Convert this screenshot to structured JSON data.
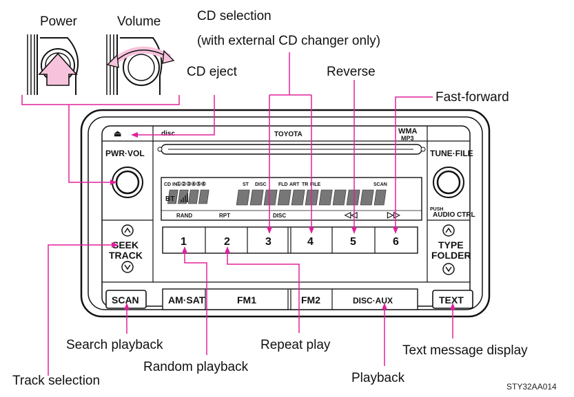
{
  "callouts": {
    "power": "Power",
    "volume": "Volume",
    "cd_selection": "CD selection",
    "cd_selection_note": "(with external CD changer only)",
    "cd_eject": "CD eject",
    "reverse": "Reverse",
    "fast_forward": "Fast-forward",
    "search_playback": "Search playback",
    "repeat_play": "Repeat play",
    "text_message_display": "Text message display",
    "random_playback": "Random playback",
    "track_selection": "Track selection",
    "playback": "Playback"
  },
  "figure_code": "STY32AA014",
  "unit": {
    "brand": "TOYOTA",
    "wma": "WMA",
    "mp3": "MP3",
    "eject_symbol": "⏏",
    "disc": "disc",
    "pwr_vol": "PWR·VOL",
    "tune_file": "TUNE·FILE",
    "push": "PUSH",
    "audio_ctrl": "AUDIO CTRL",
    "seek": "SEEK",
    "track": "TRACK",
    "type": "TYPE",
    "folder": "FOLDER",
    "presets": [
      "1",
      "2",
      "3",
      "4",
      "5",
      "6"
    ],
    "scan": "SCAN",
    "am_sat": "AM·SAT",
    "fm1": "FM1",
    "fm2": "FM2",
    "disc_aux": "DISC·AUX",
    "text": "TEXT",
    "display": {
      "cd_in": "CD IN",
      "disc_numbers": "①②③④⑤⑥",
      "st": "ST",
      "disc": "DISC",
      "fld": "FLD",
      "art": "ART",
      "tr": "TR",
      "file": "FILE",
      "scan": "SCAN",
      "bt": "BT",
      "rand": "RAND",
      "rpt": "RPT",
      "disc_arrow": "DISC"
    }
  },
  "colors": {
    "leader": "#e0219a",
    "outline": "#111111",
    "display_bg": "#ffffff"
  }
}
